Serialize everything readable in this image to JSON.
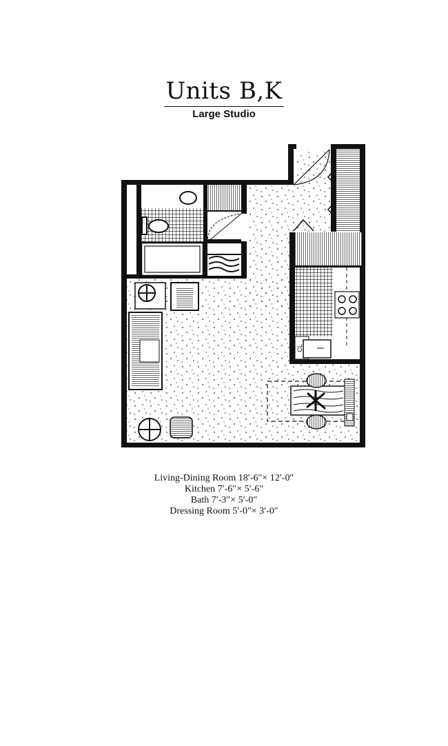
{
  "header": {
    "title": "Units B,K",
    "subtitle": "Large Studio"
  },
  "plan": {
    "closet_label": "CL"
  },
  "room_dimensions": [
    "Living-Dining Room 18′-6″× 12′-0″",
    "Kitchen 7′-6″× 5′-6″",
    "Bath 7′-3″× 5′-0″",
    "Dressing Room 5′-0″× 3′-0″"
  ],
  "colors": {
    "ink": "#111111",
    "paper": "#ffffff"
  }
}
